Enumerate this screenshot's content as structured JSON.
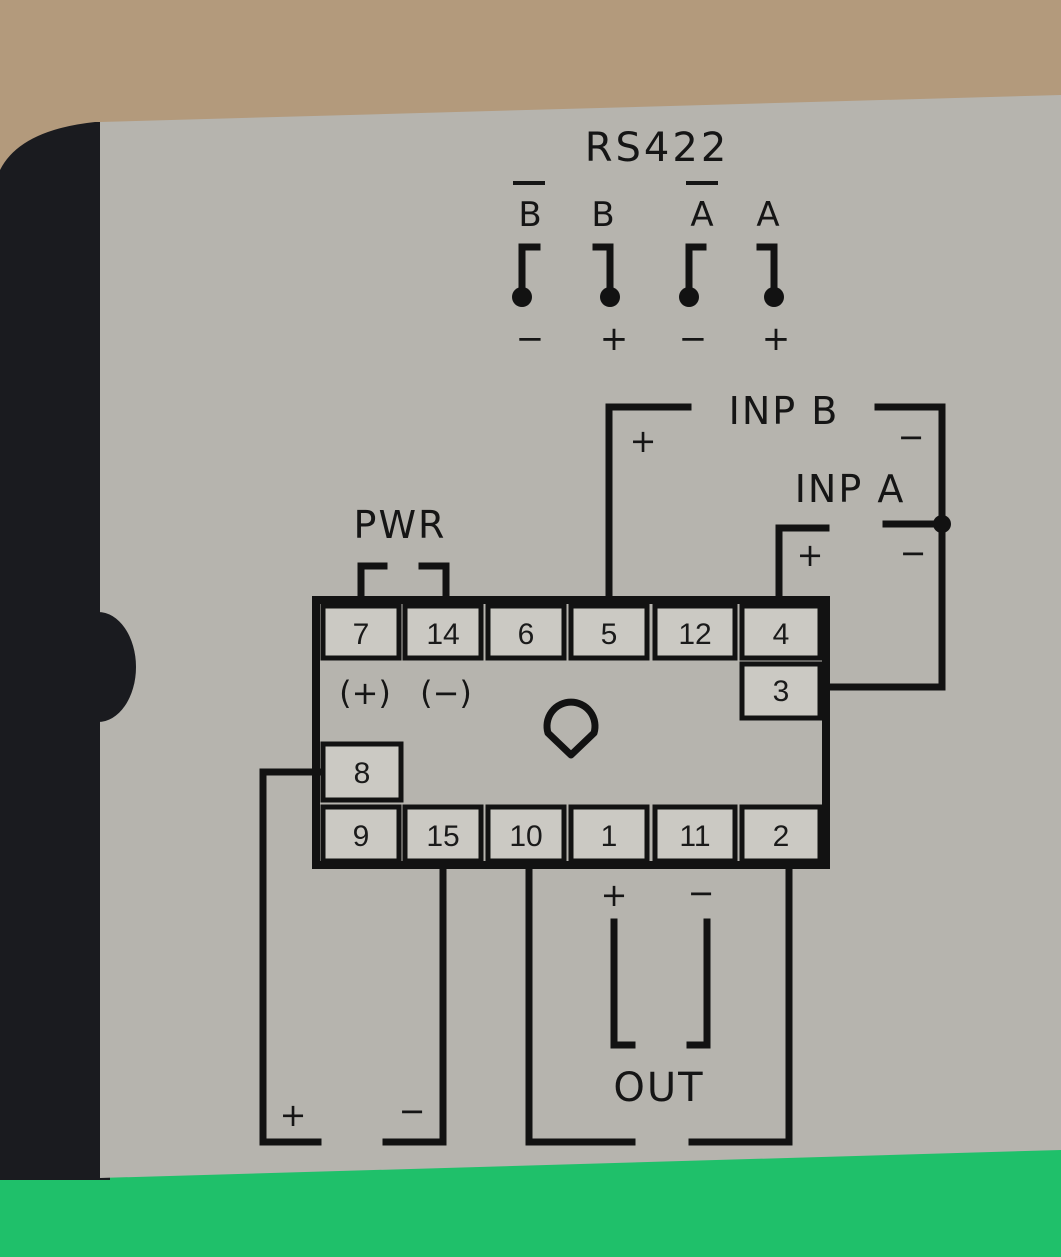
{
  "header": {
    "title": "RS422"
  },
  "rs422": {
    "terminals": [
      {
        "name": "B",
        "overbar": true,
        "polarity": "−"
      },
      {
        "name": "B",
        "overbar": false,
        "polarity": "+"
      },
      {
        "name": "A",
        "overbar": true,
        "polarity": "−"
      },
      {
        "name": "A",
        "overbar": false,
        "polarity": "+"
      }
    ]
  },
  "inputs": {
    "inp_b": {
      "label": "INP B",
      "plus": "+",
      "minus": "−"
    },
    "inp_a": {
      "label": "INP A",
      "plus": "+",
      "minus": "−"
    }
  },
  "power": {
    "label": "PWR",
    "plus": "(+)",
    "minus": "(−)"
  },
  "pins": {
    "top_row": [
      "7",
      "14",
      "6",
      "5",
      "12",
      "4"
    ],
    "side": [
      "3",
      "8"
    ],
    "bottom_row": [
      "9",
      "15",
      "10",
      "1",
      "11",
      "2"
    ]
  },
  "output": {
    "label": "OUT",
    "plus": "+",
    "minus": "−"
  },
  "supply": {
    "plus": "+",
    "minus": "−"
  },
  "colors": {
    "panel": "#b6b4ae",
    "ink": "#121212",
    "cell": "#cbc9c3",
    "background": "#b39a7c",
    "green": "#1fc06a",
    "left_edge": "#1a1b1f"
  }
}
